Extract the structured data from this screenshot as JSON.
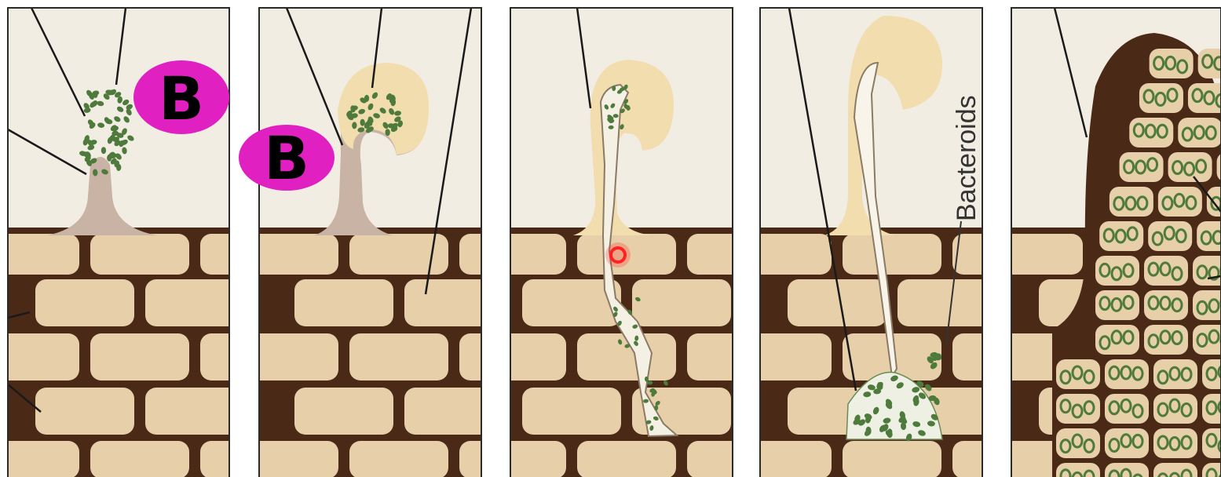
{
  "colors": {
    "background": "#ffffff",
    "panel_bg": "#f2ede3",
    "cell_fill": "#e7cfa9",
    "cell_wall": "#4a2a17",
    "root_hair": "#c9b3a4",
    "curl": "#f1ddae",
    "bacteria": "#4e7a3c",
    "marker": "#e020c0",
    "marker_text": "#000000",
    "infection_dot": "#ff2020"
  },
  "markers": [
    {
      "text": "B"
    },
    {
      "text": "B"
    }
  ],
  "labels": {
    "bacteroids": "Bacteroids"
  },
  "icons": {
    "infection_point": "red-dot-icon"
  }
}
